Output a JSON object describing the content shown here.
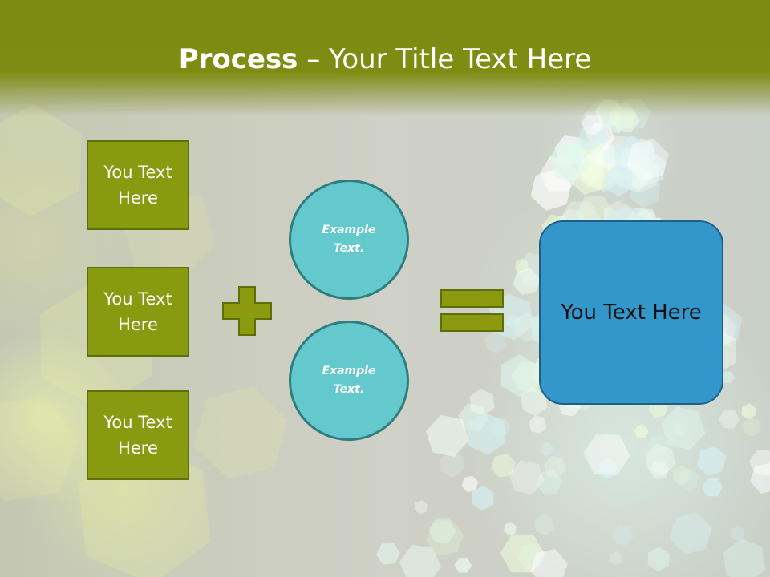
{
  "slide": {
    "title_bold": "Process",
    "title_rest": " – Your Title Text Here"
  },
  "left_boxes": [
    {
      "label": "You Text Here"
    },
    {
      "label": "You Text Here"
    },
    {
      "label": "You Text Here"
    }
  ],
  "circles": [
    {
      "label": "Example Text."
    },
    {
      "label": "Example Text."
    }
  ],
  "result_box": {
    "label": "You Text Here"
  },
  "colors": {
    "header": "#7d8a10",
    "box_fill": "#879a10",
    "box_border": "#5f6e08",
    "circle_fill": "#63c9cc",
    "circle_border": "#2f7d7f",
    "result_fill": "#3397cc",
    "operator_fill": "#8c9a10"
  },
  "icons": {
    "operator_1": "plus-sign",
    "operator_2": "equals-sign"
  }
}
